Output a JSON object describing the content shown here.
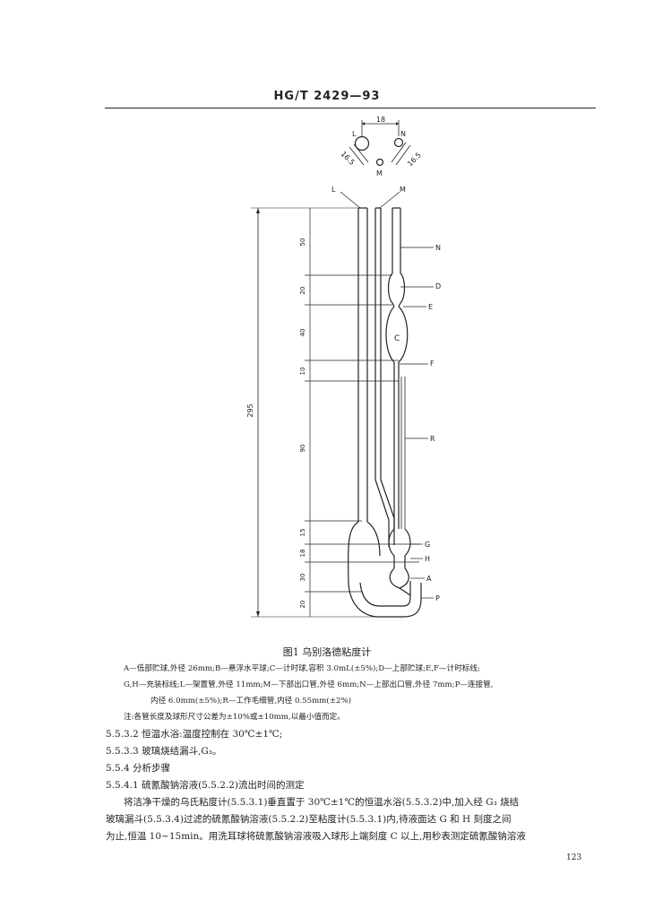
{
  "header": {
    "standard_code": "HG/T 2429—93"
  },
  "figure": {
    "caption": "图1  乌别洛德粘度计",
    "top_dims": {
      "spacing": "18",
      "left_offset": "16.5",
      "right_offset": "16.5"
    },
    "labels": {
      "L": "L",
      "M": "M",
      "N": "N",
      "D": "D",
      "E": "E",
      "C": "C",
      "F": "F",
      "R": "R",
      "G": "G",
      "H": "H",
      "A": "A",
      "P": "P"
    },
    "dims": {
      "d50": "50",
      "d20a": "20",
      "d40": "40",
      "d10": "10",
      "d90": "90",
      "d15": "15",
      "d18": "18",
      "d30": "30",
      "d20b": "20",
      "total": "295"
    }
  },
  "legend": {
    "line1": "A—低部贮球,外径 26mm;B—悬浮水平球;C—计时球,容积 3.0mL(±5%);D—上部贮球;E,F—计时标线;",
    "line2": "G,H—充装标线;L—架置管,外径 11mm;M—下部出口管,外径 6mm;N—上部出口管,外径 7mm;P—连接管,",
    "line3": "内径 6.0mm(±5%);R—工作毛细管,内径 0.55mm(±2%)",
    "note": "注:各管长度及球形尺寸公差为±10%或±10mm,以最小值而定。"
  },
  "body": {
    "s5532": "5.5.3.2   恒温水浴:温度控制在 30℃±1℃;",
    "s5533": "5.5.3.3   玻璃烧结漏斗,G₃。",
    "s554": "5.5.4   分析步骤",
    "s5541": "5.5.4.1   硫氰酸钠溶液(5.5.2.2)流出时间的测定",
    "p1": "将洁净干燥的乌氏粘度计(5.5.3.1)垂直置于 30℃±1℃的恒温水浴(5.5.3.2)中,加入经 G₃ 烧结",
    "p2": "玻璃漏斗(5.5.3.4)过滤的硫氰酸钠溶液(5.5.2.2)至粘度计(5.5.3.1)内,待液面达 G 和 H 刻度之间",
    "p3": "为止,恒温 10~15min。用洗耳球将硫氰酸钠溶液吸入球形上端刻度 C 以上,用秒表测定硫氰酸钠溶液"
  },
  "page_number": "123"
}
